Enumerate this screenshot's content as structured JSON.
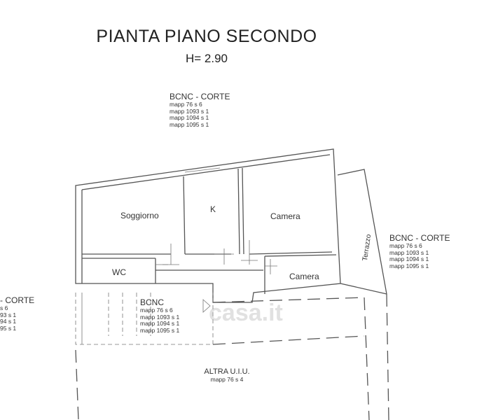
{
  "plan": {
    "title": "PIANTA PIANO SECONDO",
    "height": "H= 2.90"
  },
  "labels": {
    "top": {
      "head": "BCNC - CORTE",
      "lines": [
        "mapp 76 s 6",
        "mapp 1093 s 1",
        "mapp 1094 s 1",
        "mapp 1095 s 1"
      ]
    },
    "right": {
      "head": "BCNC - CORTE",
      "lines": [
        "mapp 76 s 6",
        "mapp 1093 s 1",
        "mapp 1094 s 1",
        "mapp 1095 s 1"
      ]
    },
    "left": {
      "head": "- CORTE",
      "lines": [
        "s 6",
        "93 s 1",
        "94 s 1",
        "95 s 1"
      ]
    },
    "center": {
      "head": "BCNC",
      "lines": [
        "mapp 76 s 6",
        "mapp 1093 s 1",
        "mapp 1094 s 1",
        "mapp 1095 s 1"
      ]
    },
    "bottom": {
      "head": "ALTRA U.I.U.",
      "lines": [
        "mapp 76 s 4"
      ]
    }
  },
  "rooms": {
    "soggiorno": "Soggiorno",
    "k": "K",
    "camera_top": "Camera",
    "wc": "WC",
    "camera_small": "Camera",
    "terrazzo": "Terrazzo"
  },
  "watermark": "casa.it"
}
